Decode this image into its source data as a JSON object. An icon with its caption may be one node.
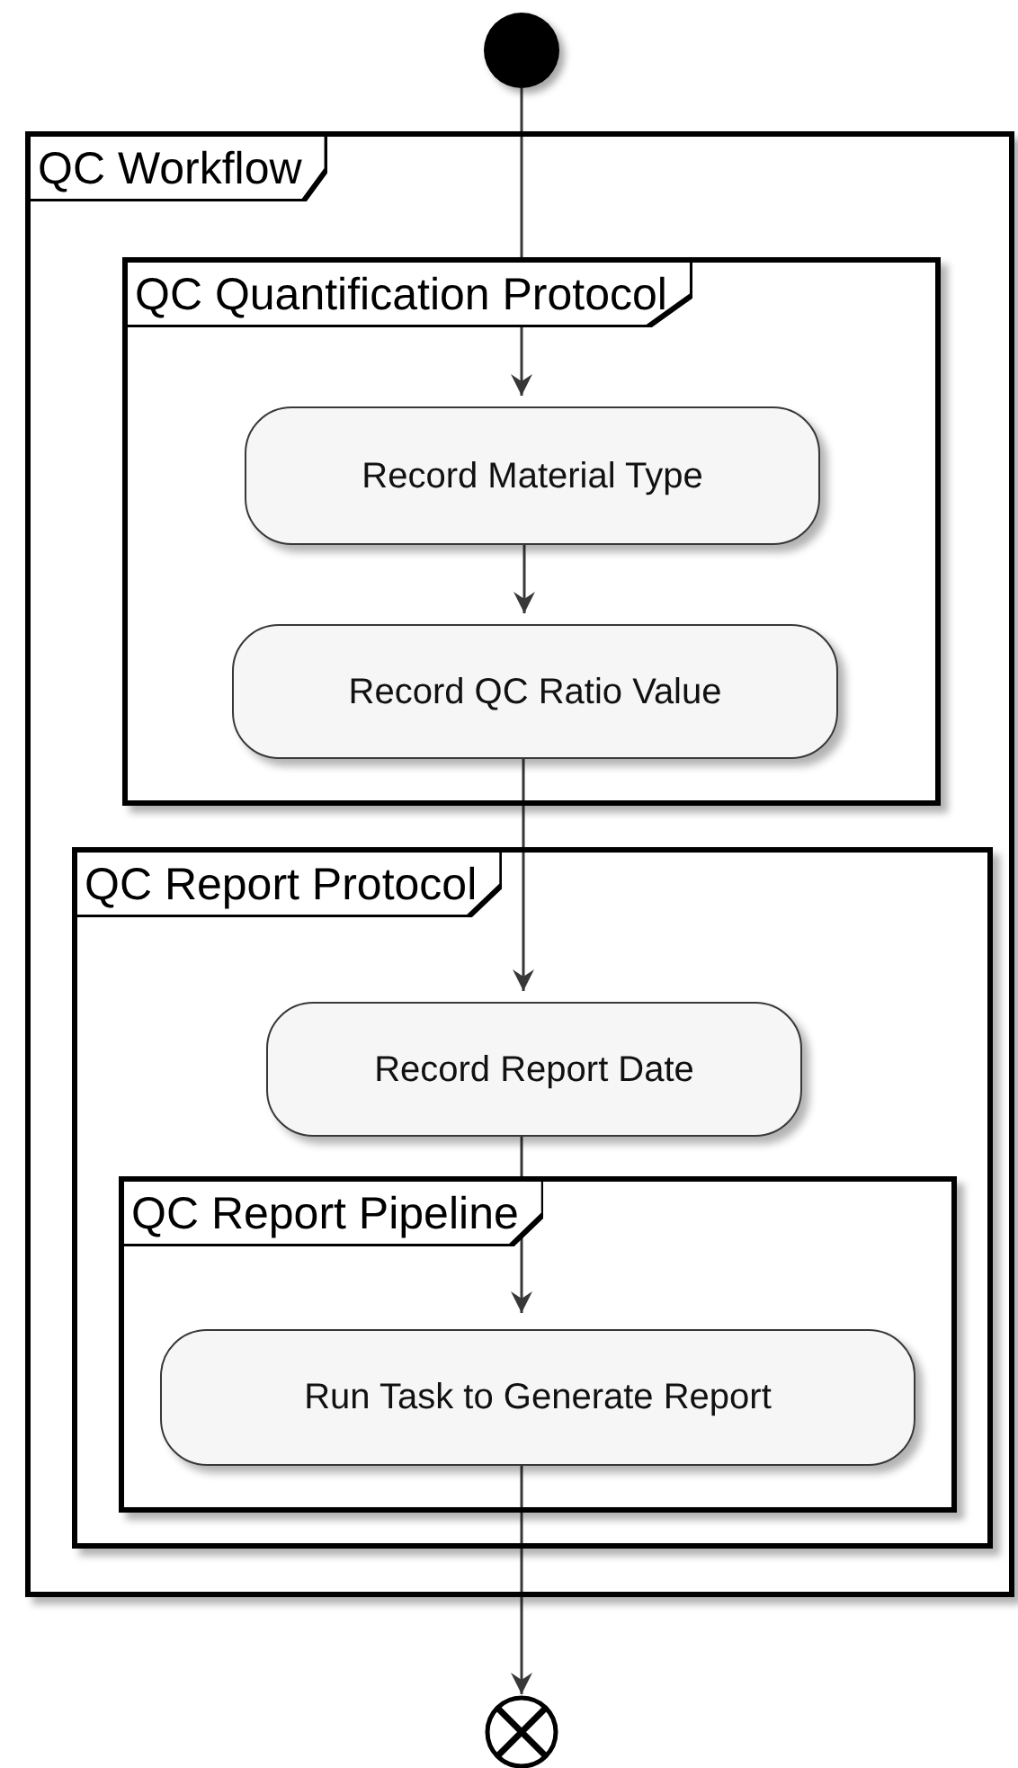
{
  "diagram": {
    "nodes": [
      {
        "text": [],
        "shape": "circle"
      },
      {
        "text": [
          "QC Workflow"
        ]
      },
      {
        "text": [
          "QC Quantification Protocol"
        ],
        "in": 1
      },
      {
        "text": [
          "Record Material Type"
        ],
        "in": 2
      },
      {
        "text": [
          "Record QC Ratio Value"
        ],
        "in": 2
      },
      {
        "text": [
          "QC Report Protocol"
        ],
        "in": 1
      },
      {
        "text": [
          "Record Report Date"
        ],
        "in": 5
      },
      {
        "text": [
          "QC Report Pipeline"
        ],
        "in": 5
      },
      {
        "text": [
          "Run Task to Generate Report"
        ],
        "in": 7
      },
      {
        "text": [],
        "shape": "circle"
      }
    ],
    "edges": [
      {
        "from": 0,
        "to": 3,
        "arrow": "to"
      },
      {
        "from": 3,
        "to": 4,
        "arrow": "to"
      },
      {
        "from": 4,
        "to": 6,
        "arrow": "to"
      },
      {
        "from": 6,
        "to": 8,
        "arrow": "to"
      },
      {
        "from": 8,
        "to": 9,
        "arrow": "to"
      }
    ]
  }
}
